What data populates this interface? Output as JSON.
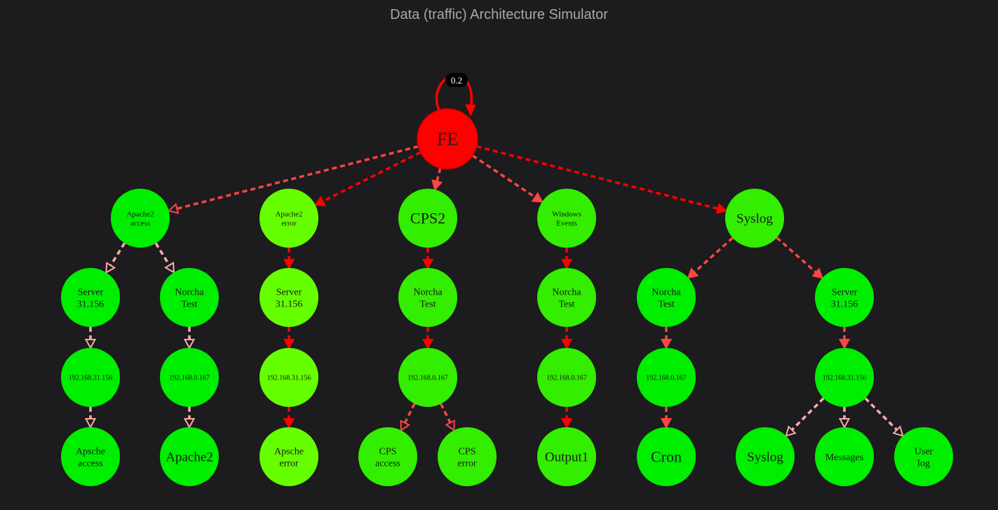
{
  "title": "Data (traffic) Architecture Simulator",
  "colors": {
    "background": "#1c1b1e",
    "root": "#ff0000",
    "node_bright": "#00ee00",
    "node_lime": "#66ff00",
    "node_green": "#33ee00",
    "edge_red": "#ff0000",
    "edge_mid": "#ff4444",
    "edge_pink": "#ffaaaa"
  },
  "self_loop": {
    "node": "fe",
    "label": "0.2"
  },
  "nodes": [
    {
      "id": "fe",
      "lines": [
        "FE"
      ],
      "size": "xl",
      "fill": "root"
    },
    {
      "id": "apache2_access",
      "lines": [
        "Apache2",
        "access"
      ],
      "size": "xs",
      "fill": "node_bright"
    },
    {
      "id": "apache2_error",
      "lines": [
        "Apache2",
        "error"
      ],
      "size": "xs",
      "fill": "node_lime"
    },
    {
      "id": "cps2",
      "lines": [
        "CPS2"
      ],
      "size": "l",
      "fill": "node_green"
    },
    {
      "id": "windows_events",
      "lines": [
        "Windows",
        "Events"
      ],
      "size": "xs",
      "fill": "node_green"
    },
    {
      "id": "syslog_src",
      "lines": [
        "Syslog"
      ],
      "size": "m",
      "fill": "node_green"
    },
    {
      "id": "srv1",
      "lines": [
        "Server",
        "31.156"
      ],
      "size": "s",
      "fill": "node_bright"
    },
    {
      "id": "nt1",
      "lines": [
        "Norcha",
        "Test"
      ],
      "size": "s",
      "fill": "node_bright"
    },
    {
      "id": "srv2",
      "lines": [
        "Server",
        "31.156"
      ],
      "size": "s",
      "fill": "node_lime"
    },
    {
      "id": "nt2",
      "lines": [
        "Norcha",
        "Test"
      ],
      "size": "s",
      "fill": "node_green"
    },
    {
      "id": "nt3",
      "lines": [
        "Norcha",
        "Test"
      ],
      "size": "s",
      "fill": "node_green"
    },
    {
      "id": "nt4",
      "lines": [
        "Norcha",
        "Test"
      ],
      "size": "s",
      "fill": "node_bright"
    },
    {
      "id": "srv3",
      "lines": [
        "Server",
        "31.156"
      ],
      "size": "s",
      "fill": "node_bright"
    },
    {
      "id": "ip1",
      "lines": [
        "192.168.31.156"
      ],
      "size": "xxs",
      "fill": "node_bright"
    },
    {
      "id": "ip2",
      "lines": [
        "192.168.0.167"
      ],
      "size": "xxs",
      "fill": "node_bright"
    },
    {
      "id": "ip3",
      "lines": [
        "192.168.31.156"
      ],
      "size": "xxs",
      "fill": "node_lime"
    },
    {
      "id": "ip4",
      "lines": [
        "192.168.0.167"
      ],
      "size": "xxs",
      "fill": "node_green"
    },
    {
      "id": "ip5",
      "lines": [
        "192.168.0.167"
      ],
      "size": "xxs",
      "fill": "node_green"
    },
    {
      "id": "ip6",
      "lines": [
        "192.168.0.167"
      ],
      "size": "xxs",
      "fill": "node_bright"
    },
    {
      "id": "ip7",
      "lines": [
        "192.168.31.156"
      ],
      "size": "xxs",
      "fill": "node_bright"
    },
    {
      "id": "apsche_access",
      "lines": [
        "Apsche",
        "access"
      ],
      "size": "s",
      "fill": "node_bright"
    },
    {
      "id": "apache2_out",
      "lines": [
        "Apache2"
      ],
      "size": "m",
      "fill": "node_bright"
    },
    {
      "id": "apsche_error",
      "lines": [
        "Apsche",
        "error"
      ],
      "size": "s",
      "fill": "node_lime"
    },
    {
      "id": "cps_access",
      "lines": [
        "CPS",
        "access"
      ],
      "size": "s",
      "fill": "node_green"
    },
    {
      "id": "cps_error",
      "lines": [
        "CPS",
        "error"
      ],
      "size": "s",
      "fill": "node_green"
    },
    {
      "id": "output1",
      "lines": [
        "Output1"
      ],
      "size": "m",
      "fill": "node_green"
    },
    {
      "id": "cron",
      "lines": [
        "Cron"
      ],
      "size": "l",
      "fill": "node_bright"
    },
    {
      "id": "syslog_out",
      "lines": [
        "Syslog"
      ],
      "size": "m",
      "fill": "node_bright"
    },
    {
      "id": "messages",
      "lines": [
        "Messages"
      ],
      "size": "s",
      "fill": "node_bright"
    },
    {
      "id": "user_log",
      "lines": [
        "User",
        "log"
      ],
      "size": "s",
      "fill": "node_bright"
    }
  ],
  "edges": [
    {
      "from": "fe",
      "to": "apache2_access",
      "tone": "edge_mid"
    },
    {
      "from": "fe",
      "to": "apache2_error",
      "tone": "edge_red"
    },
    {
      "from": "fe",
      "to": "cps2",
      "tone": "edge_mid"
    },
    {
      "from": "fe",
      "to": "windows_events",
      "tone": "edge_mid"
    },
    {
      "from": "fe",
      "to": "syslog_src",
      "tone": "edge_red"
    },
    {
      "from": "apache2_access",
      "to": "srv1",
      "tone": "edge_pink"
    },
    {
      "from": "apache2_access",
      "to": "nt1",
      "tone": "edge_pink"
    },
    {
      "from": "apache2_error",
      "to": "srv2",
      "tone": "edge_red"
    },
    {
      "from": "cps2",
      "to": "nt2",
      "tone": "edge_red"
    },
    {
      "from": "windows_events",
      "to": "nt3",
      "tone": "edge_red"
    },
    {
      "from": "syslog_src",
      "to": "nt4",
      "tone": "edge_mid"
    },
    {
      "from": "syslog_src",
      "to": "srv3",
      "tone": "edge_mid"
    },
    {
      "from": "srv1",
      "to": "ip1",
      "tone": "edge_pink"
    },
    {
      "from": "nt1",
      "to": "ip2",
      "tone": "edge_pink"
    },
    {
      "from": "srv2",
      "to": "ip3",
      "tone": "edge_red"
    },
    {
      "from": "nt2",
      "to": "ip4",
      "tone": "edge_red"
    },
    {
      "from": "nt3",
      "to": "ip5",
      "tone": "edge_red"
    },
    {
      "from": "nt4",
      "to": "ip6",
      "tone": "edge_mid"
    },
    {
      "from": "srv3",
      "to": "ip7",
      "tone": "edge_mid"
    },
    {
      "from": "ip1",
      "to": "apsche_access",
      "tone": "edge_pink"
    },
    {
      "from": "ip2",
      "to": "apache2_out",
      "tone": "edge_pink"
    },
    {
      "from": "ip3",
      "to": "apsche_error",
      "tone": "edge_red"
    },
    {
      "from": "ip4",
      "to": "cps_access",
      "tone": "edge_mid"
    },
    {
      "from": "ip4",
      "to": "cps_error",
      "tone": "edge_mid"
    },
    {
      "from": "ip5",
      "to": "output1",
      "tone": "edge_red"
    },
    {
      "from": "ip6",
      "to": "cron",
      "tone": "edge_mid"
    },
    {
      "from": "ip7",
      "to": "syslog_out",
      "tone": "edge_pink"
    },
    {
      "from": "ip7",
      "to": "messages",
      "tone": "edge_pink"
    },
    {
      "from": "ip7",
      "to": "user_log",
      "tone": "edge_pink"
    }
  ]
}
